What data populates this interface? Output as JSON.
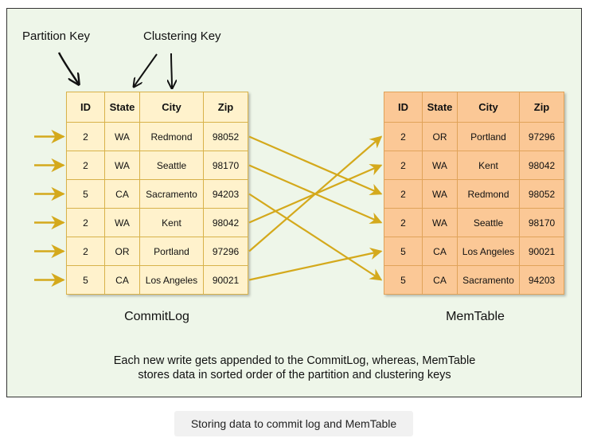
{
  "labels": {
    "partition_key": "Partition Key",
    "clustering_key": "Clustering Key"
  },
  "commitlog": {
    "title": "CommitLog",
    "headers": [
      "ID",
      "State",
      "City",
      "Zip"
    ],
    "rows": [
      [
        "2",
        "WA",
        "Redmond",
        "98052"
      ],
      [
        "2",
        "WA",
        "Seattle",
        "98170"
      ],
      [
        "5",
        "CA",
        "Sacramento",
        "94203"
      ],
      [
        "2",
        "WA",
        "Kent",
        "98042"
      ],
      [
        "2",
        "OR",
        "Portland",
        "97296"
      ],
      [
        "5",
        "CA",
        "Los Angeles",
        "90021"
      ]
    ]
  },
  "memtable": {
    "title": "MemTable",
    "headers": [
      "ID",
      "State",
      "City",
      "Zip"
    ],
    "rows": [
      [
        "2",
        "OR",
        "Portland",
        "97296"
      ],
      [
        "2",
        "WA",
        "Kent",
        "98042"
      ],
      [
        "2",
        "WA",
        "Redmond",
        "98052"
      ],
      [
        "2",
        "WA",
        "Seattle",
        "98170"
      ],
      [
        "5",
        "CA",
        "Los Angeles",
        "90021"
      ],
      [
        "5",
        "CA",
        "Sacramento",
        "94203"
      ]
    ]
  },
  "mapping": [
    2,
    3,
    5,
    1,
    0,
    4
  ],
  "description": {
    "line1": "Each new write gets appended to the CommitLog, whereas, MemTable",
    "line2": "stores data in sorted order of the partition and clustering keys"
  },
  "caption": "Storing data to commit log and MemTable",
  "colors": {
    "frame_bg": "#eef6e9",
    "commitlog_cell": "#fff2cc",
    "memtable_cell": "#fbc896",
    "arrow": "#d4a91c"
  }
}
